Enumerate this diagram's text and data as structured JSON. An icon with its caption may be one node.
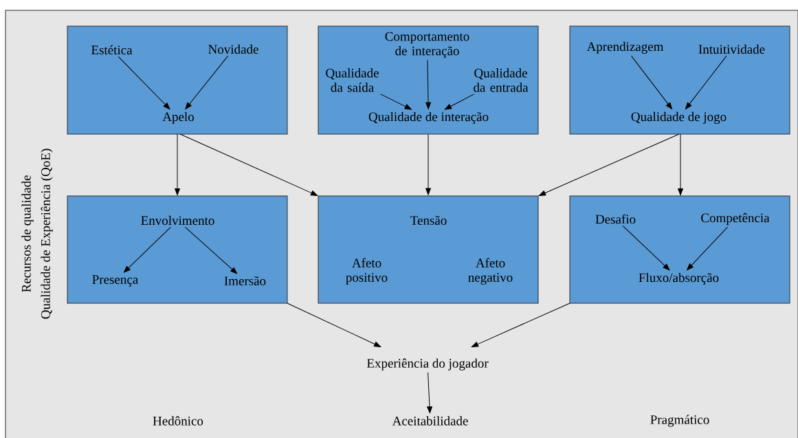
{
  "diagram": {
    "nodes": [
      {
        "text": [],
        "shape": "box"
      },
      {
        "text": [
          "Estética"
        ],
        "in": 0
      },
      {
        "text": [
          "Novidade"
        ],
        "in": 0
      },
      {
        "text": [
          "Apelo"
        ],
        "in": 0
      },
      {
        "text": [],
        "shape": "box"
      },
      {
        "text": [
          "Comportamento de interação"
        ],
        "in": 4
      },
      {
        "text": [
          "Qualidade da saída"
        ],
        "in": 4
      },
      {
        "text": [
          "Qualidade da entrada"
        ],
        "in": 4
      },
      {
        "text": [
          "Qualidade de interação"
        ],
        "in": 4
      },
      {
        "text": [],
        "shape": "box"
      },
      {
        "text": [
          "Aprendizagem"
        ],
        "in": 9
      },
      {
        "text": [
          "Intuitividade"
        ],
        "in": 9
      },
      {
        "text": [
          "Qualidade de jogo"
        ],
        "in": 9
      },
      {
        "text": [],
        "shape": "box"
      },
      {
        "text": [
          "Envolvimento"
        ],
        "in": 13
      },
      {
        "text": [
          "Presença"
        ],
        "in": 13
      },
      {
        "text": [
          "Imersão"
        ],
        "in": 13
      },
      {
        "text": [],
        "shape": "box"
      },
      {
        "text": [
          "Tensão"
        ],
        "in": 17
      },
      {
        "text": [
          "Afeto positivo"
        ],
        "in": 17
      },
      {
        "text": [
          "Afeto negativo"
        ],
        "in": 17
      },
      {
        "text": [],
        "shape": "box"
      },
      {
        "text": [
          "Desafio"
        ],
        "in": 21
      },
      {
        "text": [
          "Competência"
        ],
        "in": 21
      },
      {
        "text": [
          "Fluxo/absorção"
        ],
        "in": 21
      },
      {
        "text": [
          "Experiência do jogador"
        ]
      },
      {
        "text": [
          "Aceitabilidade"
        ]
      }
    ],
    "edges": [
      {
        "from": 1,
        "to": 3,
        "arrow": "to"
      },
      {
        "from": 2,
        "to": 3,
        "arrow": "to"
      },
      {
        "from": 5,
        "to": 8,
        "arrow": "to"
      },
      {
        "from": 6,
        "to": 8,
        "arrow": "to"
      },
      {
        "from": 7,
        "to": 8,
        "arrow": "to"
      },
      {
        "from": 10,
        "to": 12,
        "arrow": "to"
      },
      {
        "from": 11,
        "to": 12,
        "arrow": "to"
      },
      {
        "from": 14,
        "to": 15,
        "arrow": "to"
      },
      {
        "from": 14,
        "to": 16,
        "arrow": "to"
      },
      {
        "from": 22,
        "to": 24,
        "arrow": "to"
      },
      {
        "from": 23,
        "to": 24,
        "arrow": "to"
      },
      {
        "from": 0,
        "to": 13,
        "arrow": "to"
      },
      {
        "from": 0,
        "to": 17,
        "arrow": "to"
      },
      {
        "from": 4,
        "to": 17,
        "arrow": "to"
      },
      {
        "from": 9,
        "to": 17,
        "arrow": "to"
      },
      {
        "from": 9,
        "to": 21,
        "arrow": "to"
      },
      {
        "from": 13,
        "to": 25,
        "arrow": "to"
      },
      {
        "from": 21,
        "to": 25,
        "arrow": "to"
      },
      {
        "from": 25,
        "to": 26,
        "arrow": "to"
      }
    ],
    "labels": [
      "Recursos de qualidade",
      "Qualidade de Experiência (QoE)",
      "Hedônico",
      "Pragmático"
    ]
  }
}
